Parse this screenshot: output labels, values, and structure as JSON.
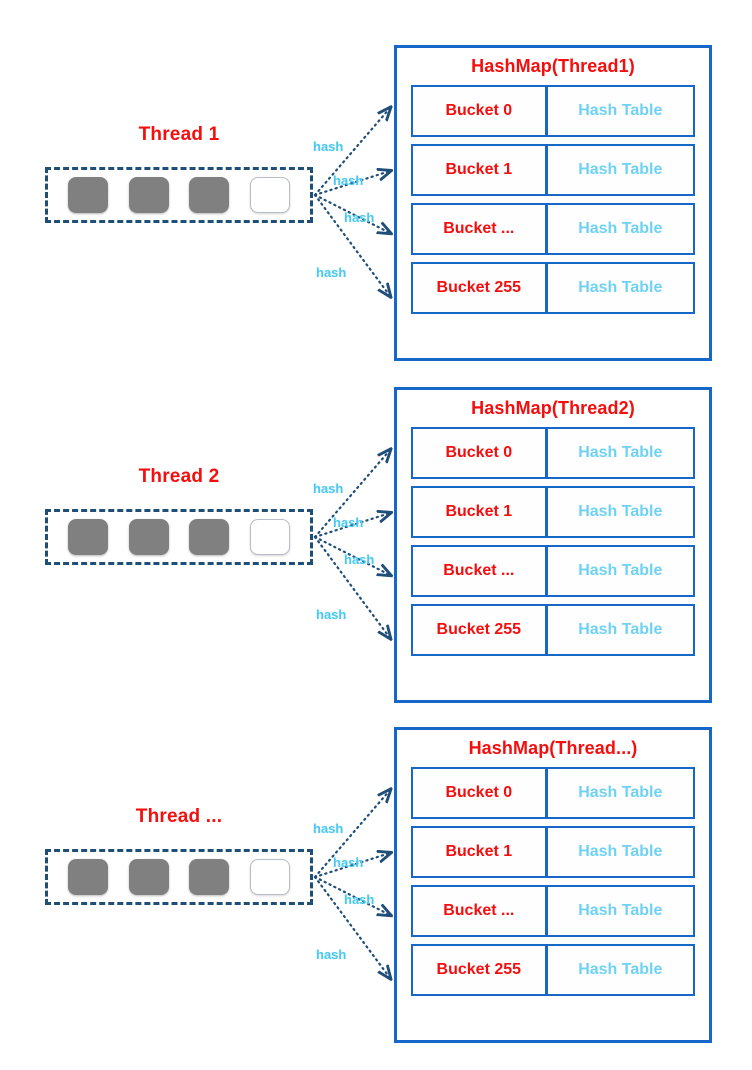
{
  "diagram": {
    "title": "Per-thread HashMap bucket hashing",
    "colors": {
      "thread_label": "#f40e0e",
      "hashmap_border": "#1667c8",
      "hashmap_title": "#f40e0e",
      "bucket_name": "#f40e0e",
      "hash_table_text": "#6fd2f2",
      "hash_arrow": "#1f4e79",
      "hash_arrow_label": "#4cc9f0",
      "thread_box_border": "#1f4e79",
      "slot_filled": "#808080",
      "slot_empty": "#ffffff"
    },
    "arrow_label": "hash",
    "arrows_per_group": 4,
    "slots_per_thread": 4,
    "filled_slots_per_thread": 3,
    "groups": [
      {
        "thread_label": "Thread 1",
        "hashmap_title": "HashMap(Thread1)",
        "slots": [
          "filled",
          "filled",
          "filled",
          "empty"
        ],
        "hash_labels": [
          "hash",
          "hash",
          "hash",
          "hash"
        ],
        "buckets": [
          {
            "name": "Bucket 0",
            "table": "Hash Table"
          },
          {
            "name": "Bucket 1",
            "table": "Hash Table"
          },
          {
            "name": "Bucket ...",
            "table": "Hash Table"
          },
          {
            "name": "Bucket 255",
            "table": "Hash Table"
          }
        ]
      },
      {
        "thread_label": "Thread 2",
        "hashmap_title": "HashMap(Thread2)",
        "slots": [
          "filled",
          "filled",
          "filled",
          "empty"
        ],
        "hash_labels": [
          "hash",
          "hash",
          "hash",
          "hash"
        ],
        "buckets": [
          {
            "name": "Bucket 0",
            "table": "Hash Table"
          },
          {
            "name": "Bucket 1",
            "table": "Hash Table"
          },
          {
            "name": "Bucket ...",
            "table": "Hash Table"
          },
          {
            "name": "Bucket 255",
            "table": "Hash Table"
          }
        ]
      },
      {
        "thread_label": "Thread ...",
        "hashmap_title": "HashMap(Thread...)",
        "slots": [
          "filled",
          "filled",
          "filled",
          "empty"
        ],
        "hash_labels": [
          "hash",
          "hash",
          "hash",
          "hash"
        ],
        "buckets": [
          {
            "name": "Bucket 0",
            "table": "Hash Table"
          },
          {
            "name": "Bucket 1",
            "table": "Hash Table"
          },
          {
            "name": "Bucket ...",
            "table": "Hash Table"
          },
          {
            "name": "Bucket 255",
            "table": "Hash Table"
          }
        ]
      }
    ]
  }
}
